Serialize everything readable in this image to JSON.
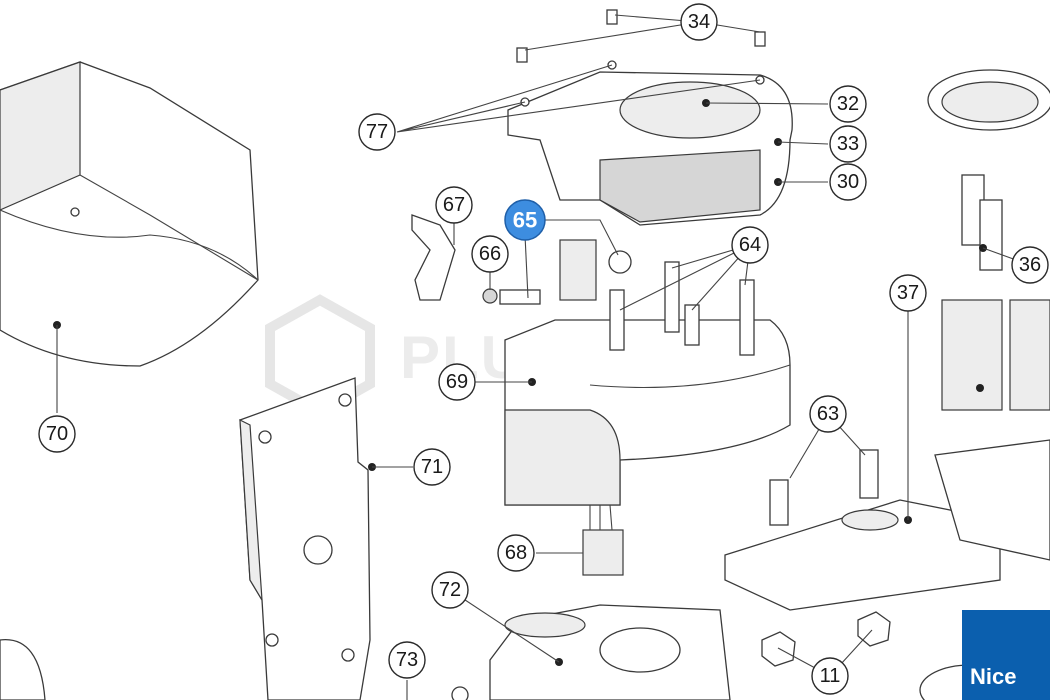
{
  "callouts": {
    "c34": "34",
    "c32": "32",
    "c33": "33",
    "c30": "30",
    "c77": "77",
    "c67": "67",
    "c65": "65",
    "c66": "66",
    "c64": "64",
    "c36": "36",
    "c37": "37",
    "c69": "69",
    "c70": "70",
    "c71": "71",
    "c63": "63",
    "c68": "68",
    "c72": "72",
    "c73": "73",
    "c11": "11"
  },
  "highlighted_callout": "65",
  "watermark": "PLUS.COM",
  "brand": {
    "name": "Nice",
    "color": "#0b5fae"
  },
  "colors": {
    "highlight": "#3d8de0",
    "line": "#3a3a3a"
  }
}
